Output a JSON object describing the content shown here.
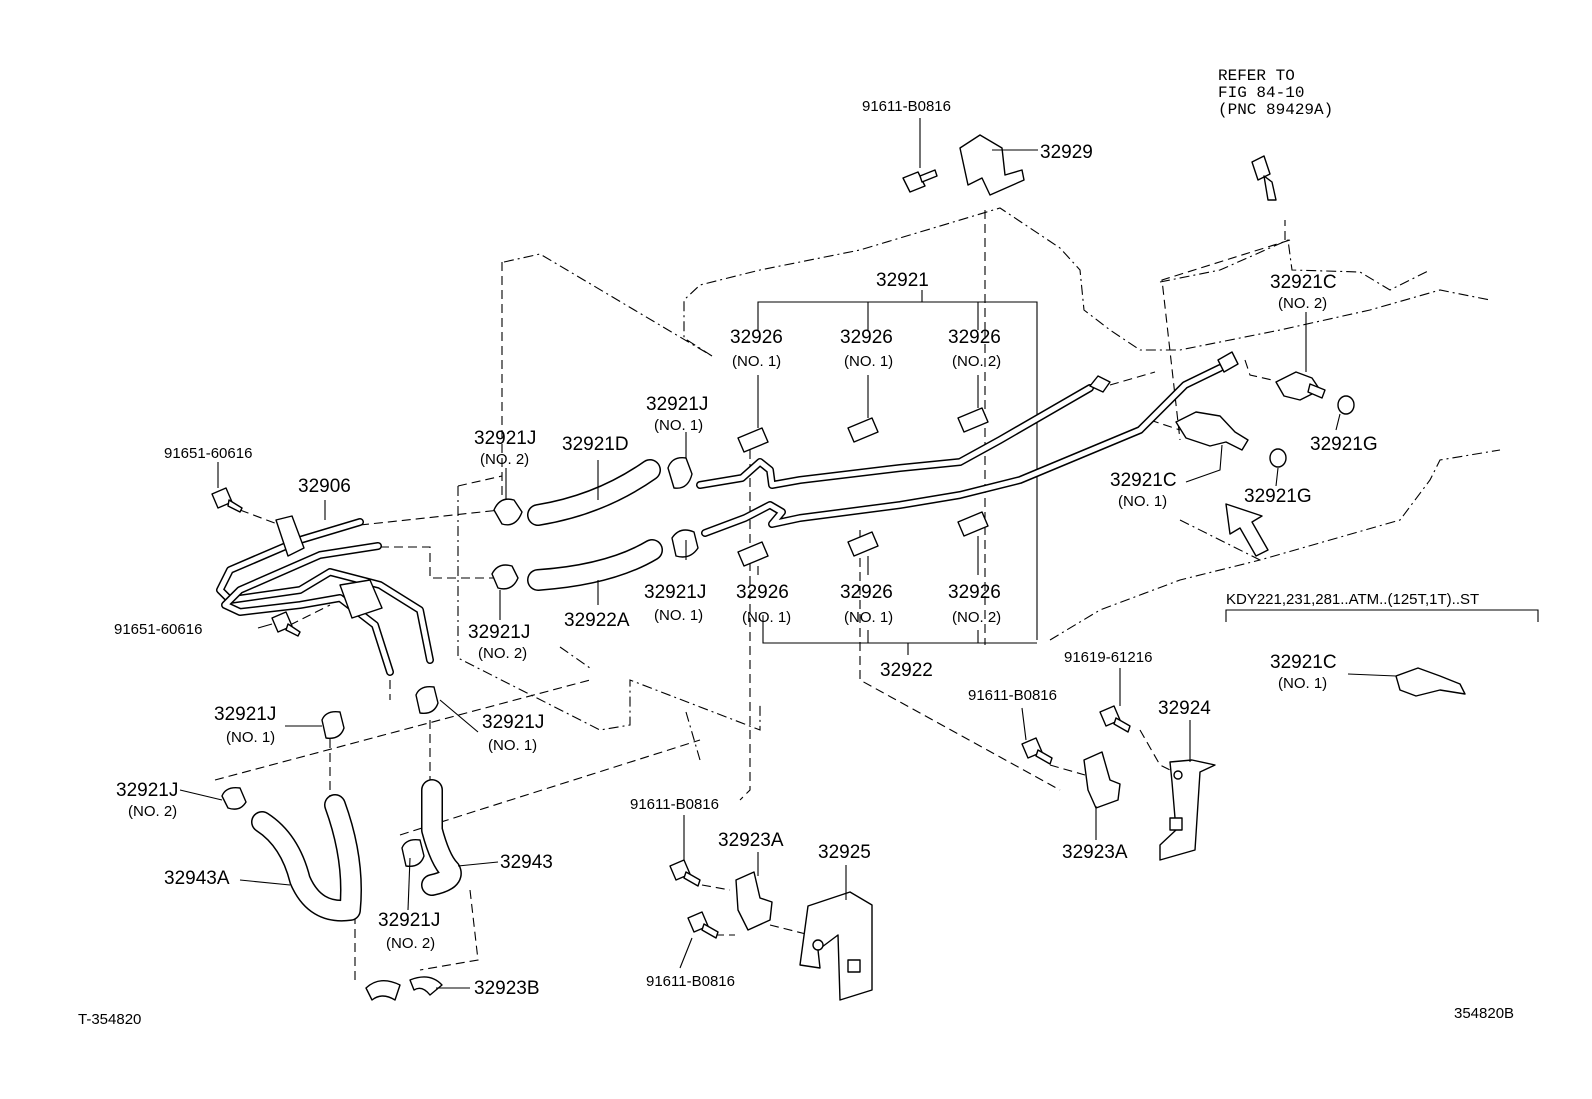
{
  "refer": {
    "line1": "REFER TO",
    "line2": "FIG 84-10",
    "line3": "(PNC 89429A)"
  },
  "labels": {
    "bolt_top": "91611-B0816",
    "p32929": "32929",
    "p32921": "32921",
    "p32926_a": "32926",
    "p32926_a_sub": "(NO. 1)",
    "p32926_b": "32926",
    "p32926_b_sub": "(NO. 1)",
    "p32926_c": "32926",
    "p32926_c_sub": "(NO. 2)",
    "p32926_d": "32926",
    "p32926_d_sub": "(NO. 1)",
    "p32926_e": "32926",
    "p32926_e_sub": "(NO. 1)",
    "p32926_f": "32926",
    "p32926_f_sub": "(NO. 2)",
    "p32922": "32922",
    "p32921J_top": "32921J",
    "p32921J_top_sub": "(NO. 1)",
    "p32921J_no2a": "32921J",
    "p32921J_no2a_sub": "(NO. 2)",
    "p32921D": "32921D",
    "bolt_9165_a": "91651-60616",
    "p32906": "32906",
    "bolt_9165_b": "91651-60616",
    "p32921J_mid": "32921J",
    "p32921J_mid_sub": "(NO. 1)",
    "p32922A": "32922A",
    "p32921J_no2b": "32921J",
    "p32921J_no2b_sub": "(NO. 2)",
    "p32921J_l1": "32921J",
    "p32921J_l1_sub": "(NO. 1)",
    "p32921J_l2": "32921J",
    "p32921J_l2_sub": "(NO. 1)",
    "p32921J_l3": "32921J",
    "p32921J_l3_sub": "(NO. 2)",
    "p32943A": "32943A",
    "p32943": "32943",
    "p32921J_l4": "32921J",
    "p32921J_l4_sub": "(NO. 2)",
    "p32923B": "32923B",
    "bolt_b1": "91611-B0816",
    "bolt_b2": "91611-B0816",
    "p32923A_a": "32923A",
    "p32925": "32925",
    "bolt_r1": "91611-B0816",
    "bolt_r2": "91619-61216",
    "p32924": "32924",
    "p32923A_b": "32923A",
    "p32921C_a": "32921C",
    "p32921C_a_sub": "(NO. 2)",
    "p32921G_a": "32921G",
    "p32921C_b": "32921C",
    "p32921C_b_sub": "(NO. 1)",
    "p32921G_b": "32921G",
    "model_note": "KDY221,231,281..ATM..(125T,1T)..ST",
    "p32921C_c": "32921C",
    "p32921C_c_sub": "(NO. 1)"
  },
  "footer": {
    "left_code": "T-354820",
    "right_code": "354820B"
  }
}
